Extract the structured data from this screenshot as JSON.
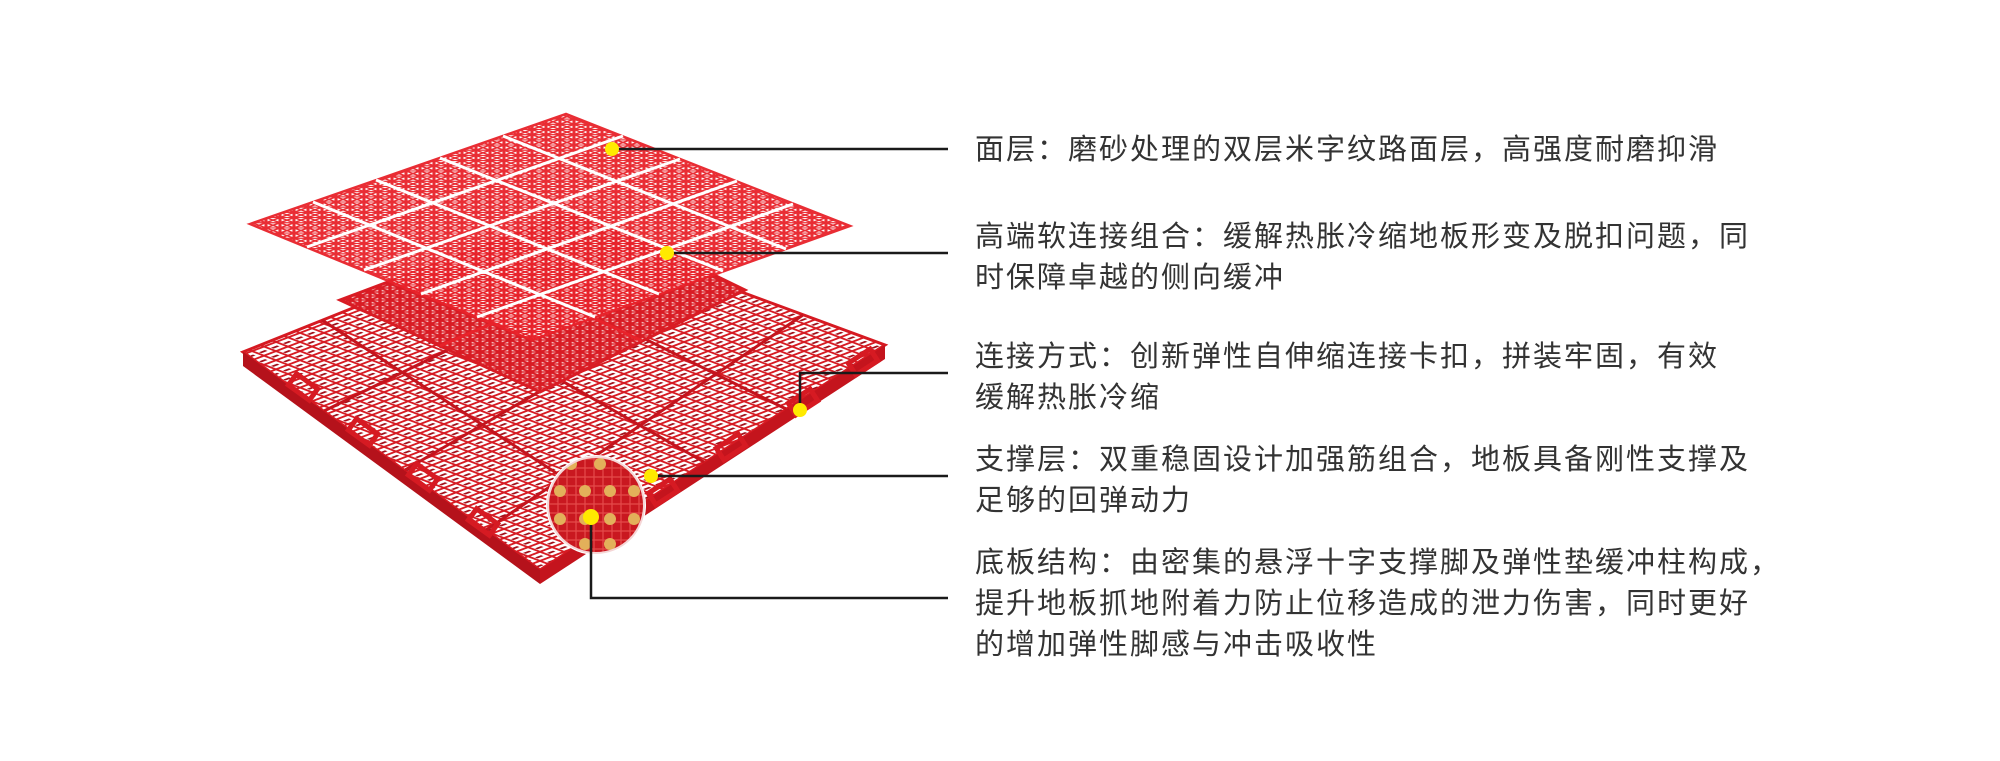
{
  "diagram": {
    "subject": "exploded view of modular sports floor tile",
    "colors": {
      "tile_red": "#e8222a",
      "tile_dark_red": "#b5121b",
      "callout_dot": "#ffea00",
      "callout_line": "#1a1a1a",
      "text": "#333333",
      "background": "#ffffff"
    },
    "layers": [
      {
        "id": "surface",
        "name": "面层",
        "desc_lines": [
          "面层：磨砂处理的双层米字纹路面层，高强度耐磨抑滑"
        ]
      },
      {
        "id": "soft-connection",
        "name": "高端软连接组合",
        "desc_lines": [
          "高端软连接组合：缓解热胀冷缩地板形变及脱扣问题，同",
          "时保障卓越的侧向缓冲"
        ]
      },
      {
        "id": "connection-method",
        "name": "连接方式",
        "desc_lines": [
          "连接方式：创新弹性自伸缩连接卡扣，拼装牢固，有效",
          "缓解热胀冷缩"
        ]
      },
      {
        "id": "support",
        "name": "支撑层",
        "desc_lines": [
          "支撑层：双重稳固设计加强筋组合，地板具备刚性支撑及",
          "足够的回弹动力"
        ]
      },
      {
        "id": "base",
        "name": "底板结构",
        "desc_lines": [
          "底板结构：由密集的悬浮十字支撑脚及弹性垫缓冲柱构成，",
          "提升地板抓地附着力防止位移造成的泄力伤害，同时更好",
          "的增加弹性脚感与冲击吸收性"
        ]
      }
    ]
  }
}
